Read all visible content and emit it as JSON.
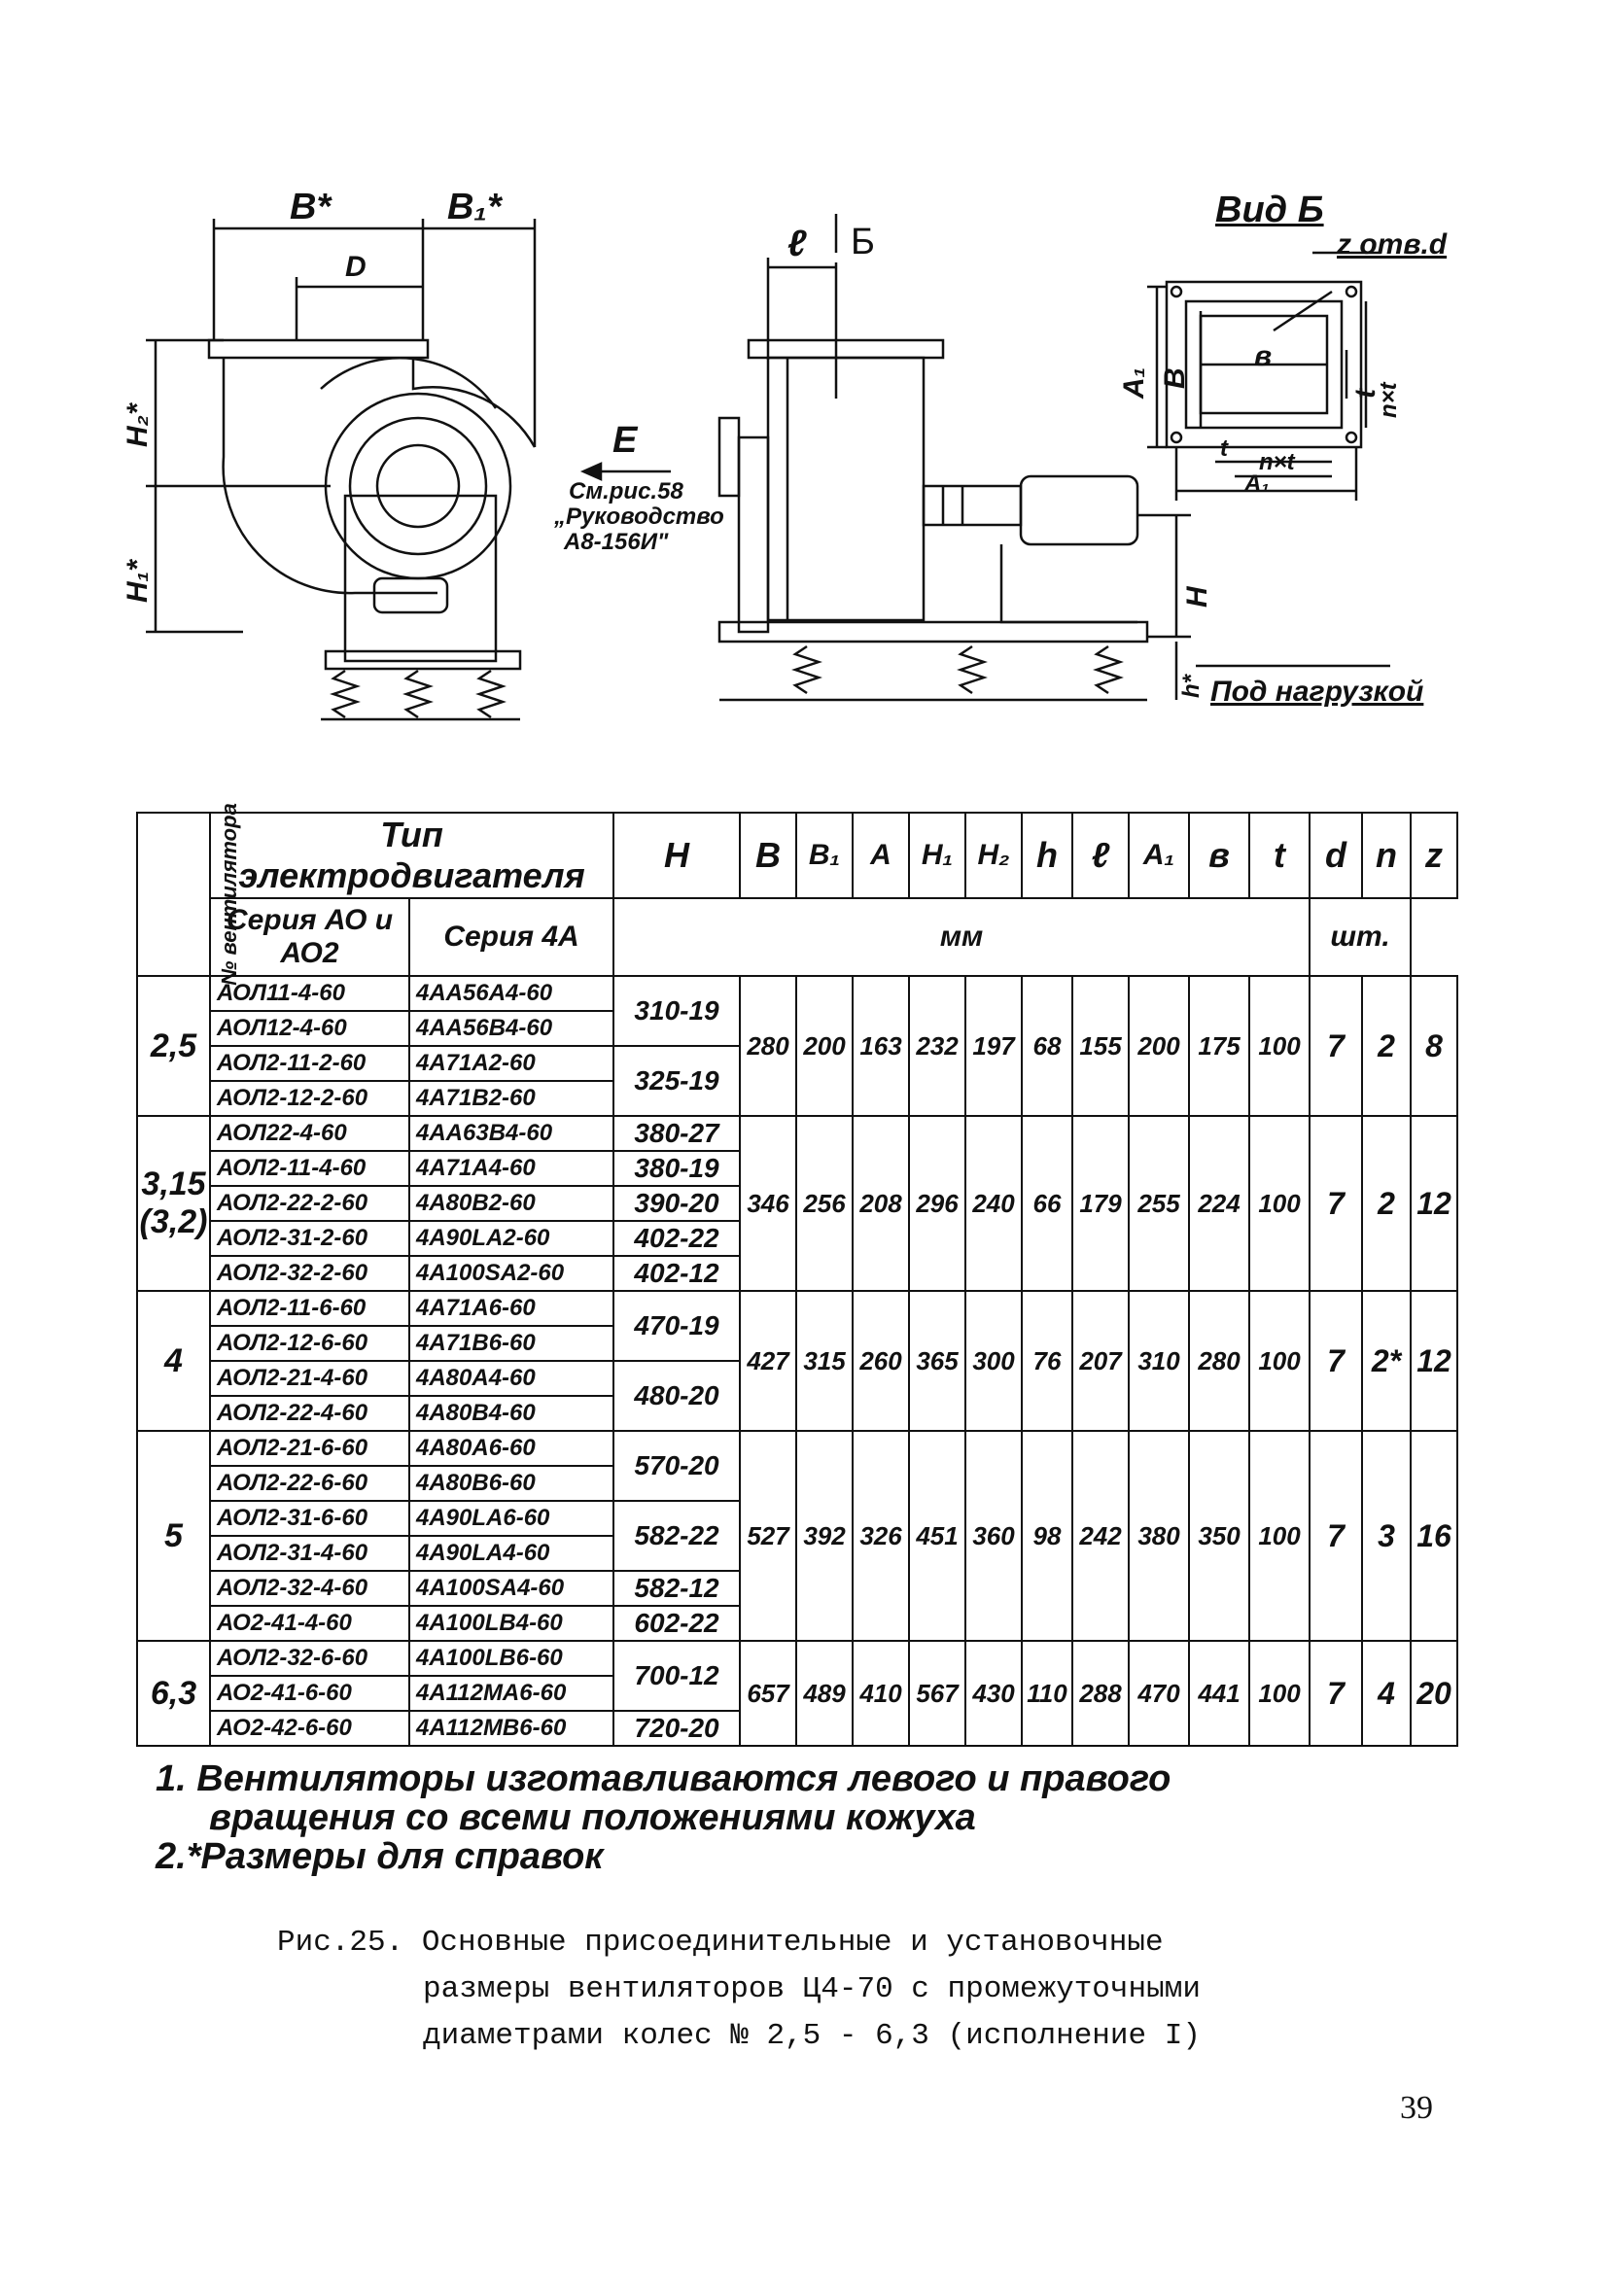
{
  "drawing": {
    "label_B_star": "B*",
    "label_B1_star": "B₁*",
    "label_D": "D",
    "label_H2_star": "H₂*",
    "label_H1_star": "H₁*",
    "label_E": "E",
    "ref_note_line1": "См.рис.58",
    "ref_note_line2": "„Руководство",
    "ref_note_line3": "А8-156И\"",
    "label_l": "ℓ",
    "label_Б": "Б",
    "label_H": "H",
    "label_h_star": "h*",
    "label_under_load": "Под нагрузкой",
    "view_title": "Вид Б",
    "label_z_holes": "z отв.d",
    "label_A1_vert": "A₁",
    "label_B_vert": "B",
    "label_b": "в",
    "label_t": "t",
    "label_nxt_vert": "n×t",
    "label_t_bottom": "t",
    "label_nxt_bottom": "n×t",
    "label_A1_bottom": "A₁"
  },
  "table": {
    "head_fan": "№ вентилятора",
    "head_motor_type": "Тип электродвигателя",
    "head_series_ao": "Серия АО и АО2",
    "head_series_4a": "Серия 4А",
    "col_H": "H",
    "col_B": "B",
    "col_B1": "B₁",
    "col_A": "A",
    "col_H1": "H₁",
    "col_H2": "H₂",
    "col_h": "h",
    "col_l": "ℓ",
    "col_A1": "A₁",
    "col_b": "в",
    "col_t": "t",
    "col_d": "d",
    "col_n": "n",
    "col_z": "z",
    "unit_mm": "мм",
    "unit_pcs": "шт.",
    "groups": [
      {
        "fan": "2,5",
        "rows": [
          {
            "ao": "АОЛ11-4-60",
            "a4": "4АА56А4-60"
          },
          {
            "ao": "АОЛ12-4-60",
            "a4": "4АА56В4-60"
          },
          {
            "ao": "АОЛ2-11-2-60",
            "a4": "4А71А2-60"
          },
          {
            "ao": "АОЛ2-12-2-60",
            "a4": "4А71В2-60"
          }
        ],
        "h_values": [
          "310-19",
          "325-19"
        ],
        "dims": {
          "B": "280",
          "B1": "200",
          "A": "163",
          "H1": "232",
          "H2": "197",
          "h": "68",
          "l": "155",
          "A1": "200",
          "b": "175",
          "t": "100",
          "d": "7",
          "n": "2",
          "z": "8"
        }
      },
      {
        "fan": "3,15 (3,2)",
        "rows": [
          {
            "ao": "АОЛ22-4-60",
            "a4": "4АА63В4-60"
          },
          {
            "ao": "АОЛ2-11-4-60",
            "a4": "4А71А4-60"
          },
          {
            "ao": "АОЛ2-22-2-60",
            "a4": "4А80В2-60"
          },
          {
            "ao": "АОЛ2-31-2-60",
            "a4": "4А90LA2-60"
          },
          {
            "ao": "АОЛ2-32-2-60",
            "a4": "4А100SA2-60"
          }
        ],
        "h_values": [
          "380-27",
          "380-19",
          "390-20",
          "402-22",
          "402-12"
        ],
        "dims": {
          "B": "346",
          "B1": "256",
          "A": "208",
          "H1": "296",
          "H2": "240",
          "h": "66",
          "l": "179",
          "A1": "255",
          "b": "224",
          "t": "100",
          "d": "7",
          "n": "2",
          "z": "12"
        }
      },
      {
        "fan": "4",
        "rows": [
          {
            "ao": "АОЛ2-11-6-60",
            "a4": "4А71А6-60"
          },
          {
            "ao": "АОЛ2-12-6-60",
            "a4": "4А71В6-60"
          },
          {
            "ao": "АОЛ2-21-4-60",
            "a4": "4А80А4-60"
          },
          {
            "ao": "АОЛ2-22-4-60",
            "a4": "4А80В4-60"
          }
        ],
        "h_values": [
          "470-19",
          "480-20"
        ],
        "dims": {
          "B": "427",
          "B1": "315",
          "A": "260",
          "H1": "365",
          "H2": "300",
          "h": "76",
          "l": "207",
          "A1": "310",
          "b": "280",
          "t": "100",
          "d": "7",
          "n": "2*",
          "z": "12"
        }
      },
      {
        "fan": "5",
        "rows": [
          {
            "ao": "АОЛ2-21-6-60",
            "a4": "4А80А6-60"
          },
          {
            "ao": "АОЛ2-22-6-60",
            "a4": "4А80В6-60"
          },
          {
            "ao": "АОЛ2-31-6-60",
            "a4": "4А90LA6-60"
          },
          {
            "ao": "АОЛ2-31-4-60",
            "a4": "4А90LA4-60"
          },
          {
            "ao": "АОЛ2-32-4-60",
            "a4": "4А100SA4-60"
          },
          {
            "ao": "АО2-41-4-60",
            "a4": "4А100LB4-60"
          }
        ],
        "h_values": [
          "570-20",
          "582-22",
          "582-12",
          "602-22"
        ],
        "dims": {
          "B": "527",
          "B1": "392",
          "A": "326",
          "H1": "451",
          "H2": "360",
          "h": "98",
          "l": "242",
          "A1": "380",
          "b": "350",
          "t": "100",
          "d": "7",
          "n": "3",
          "z": "16"
        }
      },
      {
        "fan": "6,3",
        "rows": [
          {
            "ao": "АОЛ2-32-6-60",
            "a4": "4А100LB6-60"
          },
          {
            "ao": "АО2-41-6-60",
            "a4": "4А112МА6-60"
          },
          {
            "ao": "АО2-42-6-60",
            "a4": "4А112МВ6-60"
          }
        ],
        "h_values": [
          "700-12",
          "720-20"
        ],
        "dims": {
          "B": "657",
          "B1": "489",
          "A": "410",
          "H1": "567",
          "H2": "430",
          "h": "110",
          "l": "288",
          "A1": "470",
          "b": "441",
          "t": "100",
          "d": "7",
          "n": "4",
          "z": "20"
        }
      }
    ]
  },
  "notes": {
    "note1_line1": "1. Вентиляторы изготавливаются левого и правого",
    "note1_line2": "вращения со всеми положениями кожуха",
    "note2": "2.*Размеры для справок"
  },
  "caption": {
    "line1": "Рис.25. Основные присоединительные и установочные",
    "line2": "размеры вентиляторов Ц4-70 с промежуточными",
    "line3": "диаметрами колес № 2,5 - 6,3 (исполнение I)"
  },
  "page_number": "39"
}
